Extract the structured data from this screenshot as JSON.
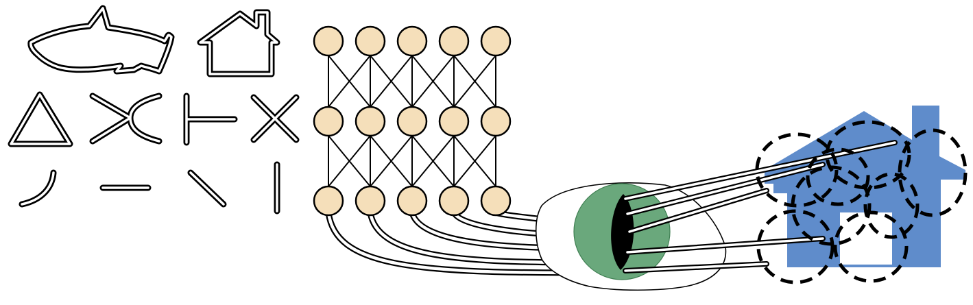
{
  "colors": {
    "node_fill": "#f5dfba",
    "node_stroke": "#000000",
    "eye_iris": "#6aa87c",
    "eye_iris_light": "#8fc29c",
    "house_fill": "#5f8ccb",
    "outline": "#000000",
    "background": "#ffffff"
  },
  "network": {
    "columns": 5,
    "rows": 3
  },
  "primitives": {
    "complex_shapes": [
      "shark-outline",
      "house-outline"
    ],
    "mid_level": [
      "triangle",
      "curve-junction",
      "t-junction",
      "x-crossing"
    ],
    "low_level": [
      "arc",
      "horizontal-line",
      "diagonal-line",
      "vertical-line"
    ]
  },
  "receptive_fields": 8,
  "eye": {
    "label_icon": "eye-icon"
  }
}
